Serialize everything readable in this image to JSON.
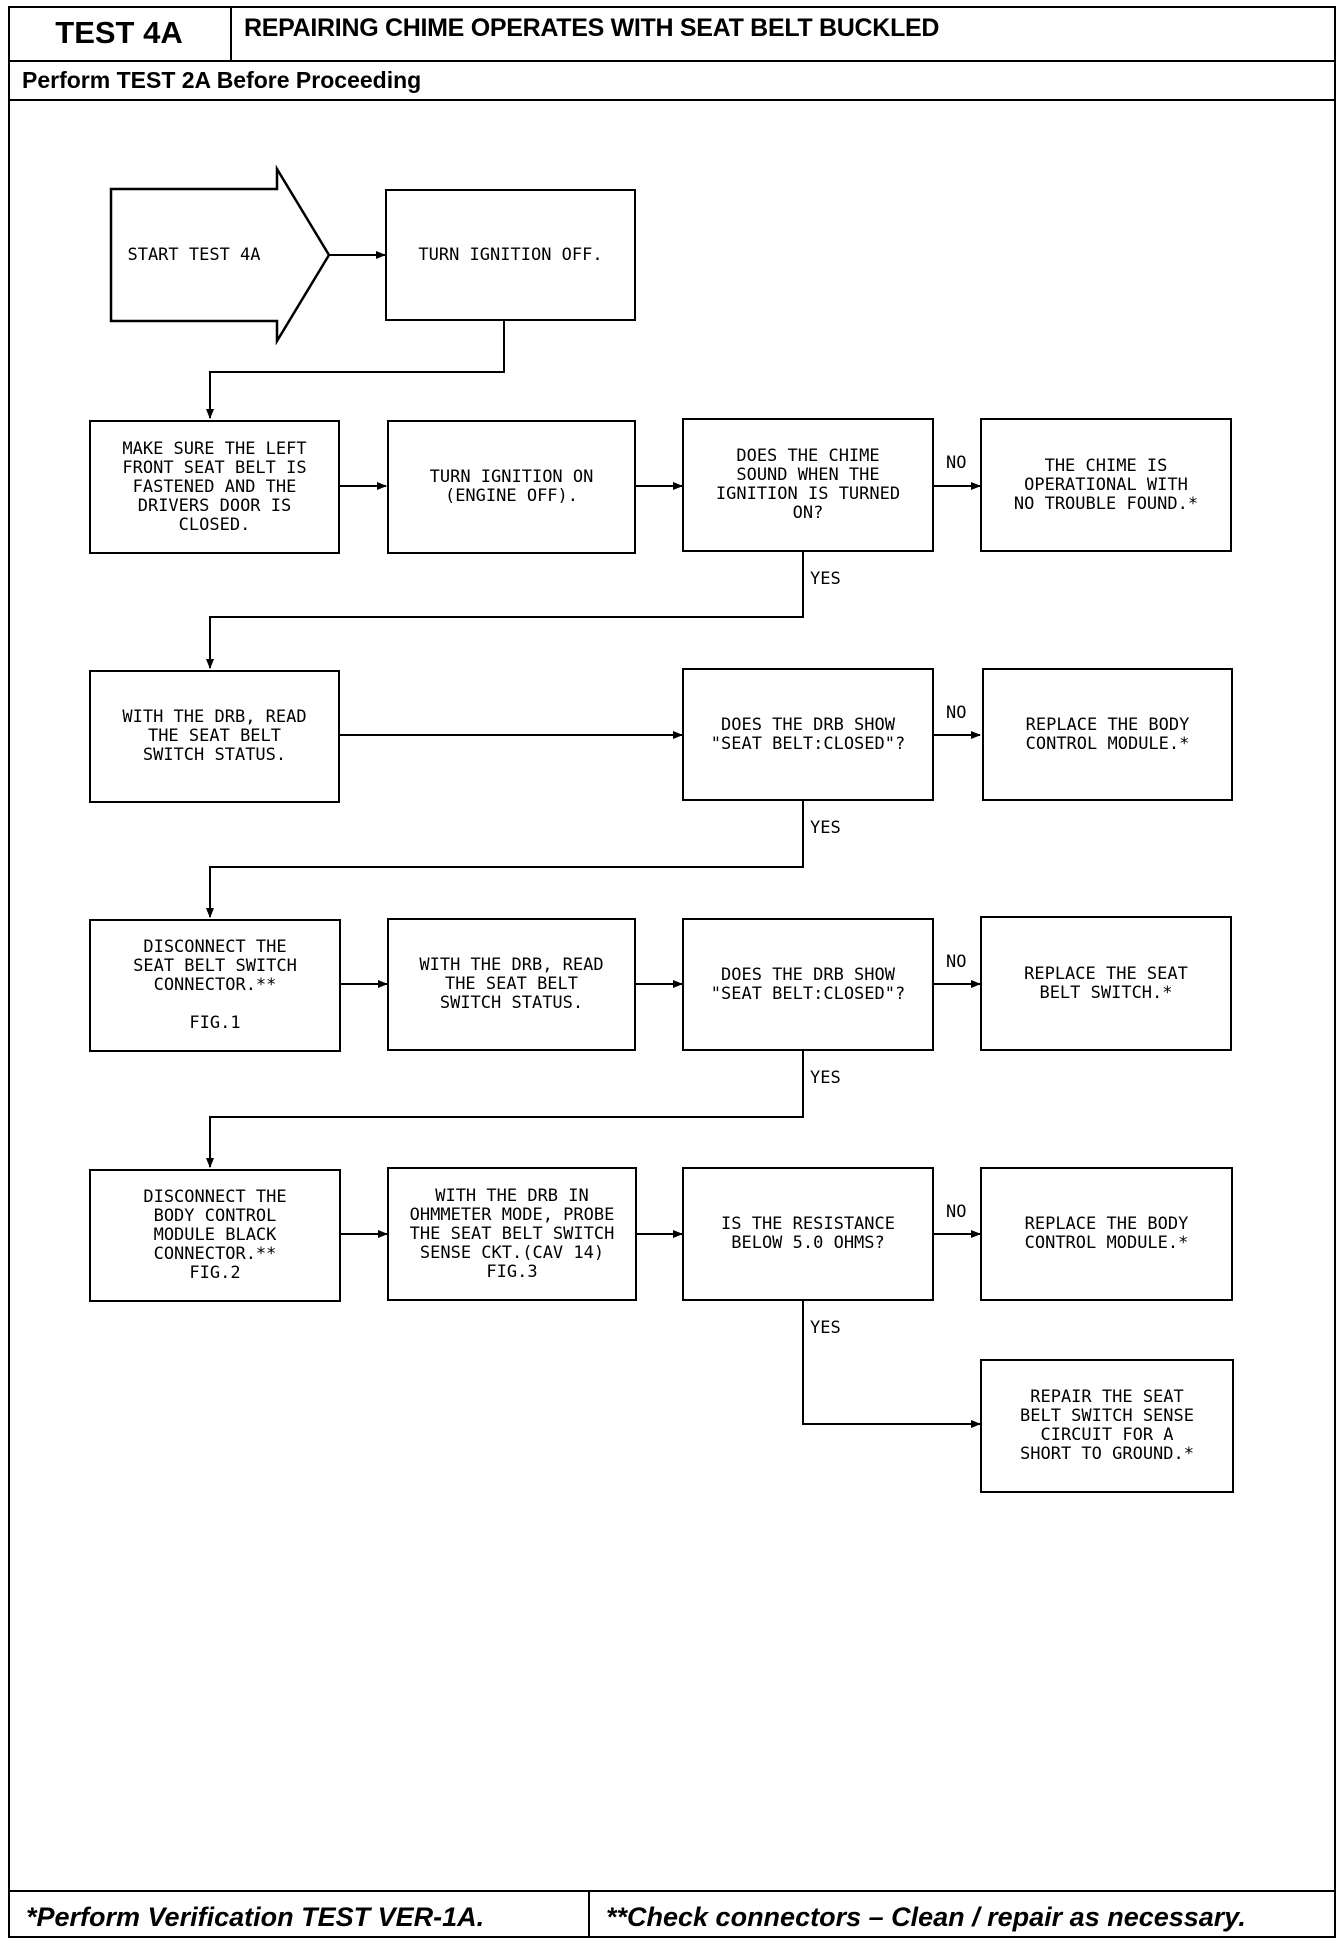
{
  "header": {
    "test_id": "TEST 4A",
    "title": "REPAIRING CHIME OPERATES WITH SEAT BELT BUCKLED",
    "subtitle": "Perform TEST 2A Before Proceeding"
  },
  "footer": {
    "left": "*Perform Verification TEST VER-1A.",
    "right": "**Check connectors – Clean / repair as necessary."
  },
  "flowchart": {
    "start": "START TEST 4A",
    "step1": "TURN IGNITION OFF.",
    "row1": {
      "a": "MAKE SURE THE LEFT\nFRONT SEAT BELT IS\nFASTENED AND THE\nDRIVERS DOOR IS\nCLOSED.",
      "b": "TURN IGNITION ON\n(ENGINE OFF).",
      "q": "DOES THE CHIME\nSOUND WHEN THE\nIGNITION IS TURNED\nON?",
      "r": "THE CHIME IS\nOPERATIONAL WITH\nNO TROUBLE FOUND.*"
    },
    "row2": {
      "a": "WITH THE DRB, READ\nTHE SEAT BELT\nSWITCH STATUS.",
      "q": "DOES THE DRB SHOW\n\"SEAT BELT:CLOSED\"?",
      "r": "REPLACE THE BODY\nCONTROL MODULE.*"
    },
    "row3": {
      "a": "DISCONNECT THE\nSEAT BELT SWITCH\nCONNECTOR.**\n\nFIG.1",
      "b": "WITH THE DRB, READ\nTHE SEAT BELT\nSWITCH STATUS.",
      "q": "DOES THE DRB SHOW\n\"SEAT BELT:CLOSED\"?",
      "r": "REPLACE THE SEAT\nBELT SWITCH.*"
    },
    "row4": {
      "a": "DISCONNECT THE\nBODY CONTROL\nMODULE BLACK\nCONNECTOR.**\nFIG.2",
      "b": "WITH THE DRB IN\nOHMMETER MODE, PROBE\nTHE SEAT BELT SWITCH\nSENSE CKT.(CAV 14)\nFIG.3",
      "q": "IS THE RESISTANCE\nBELOW 5.0 OHMS?",
      "r": "REPLACE THE BODY\nCONTROL MODULE.*"
    },
    "final": "REPAIR THE SEAT\nBELT SWITCH SENSE\nCIRCUIT FOR A\nSHORT TO GROUND.*",
    "no_label": "NO",
    "yes_label": "YES"
  }
}
